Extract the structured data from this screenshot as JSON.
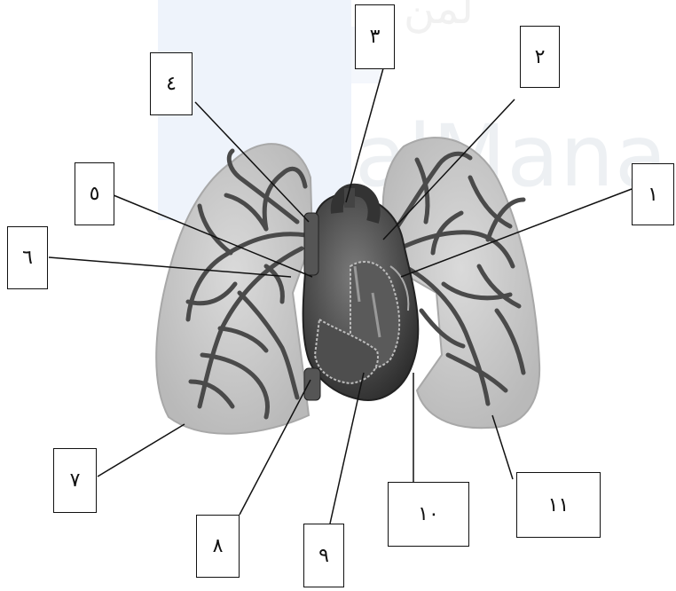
{
  "watermark": {
    "text": "alMana",
    "arabic": "لمن"
  },
  "labels": {
    "l1": "١",
    "l2": "٢",
    "l3": "٣",
    "l4": "٤",
    "l5": "٥",
    "l6": "٦",
    "l7": "٧",
    "l8": "٨",
    "l9": "٩",
    "l10": "١٠",
    "l11": "١١"
  },
  "colors": {
    "lung_fill": "#c9c9c9",
    "vessel": "#4a4a4a",
    "heart": "#3a3a3a",
    "leader_line": "#111111"
  }
}
